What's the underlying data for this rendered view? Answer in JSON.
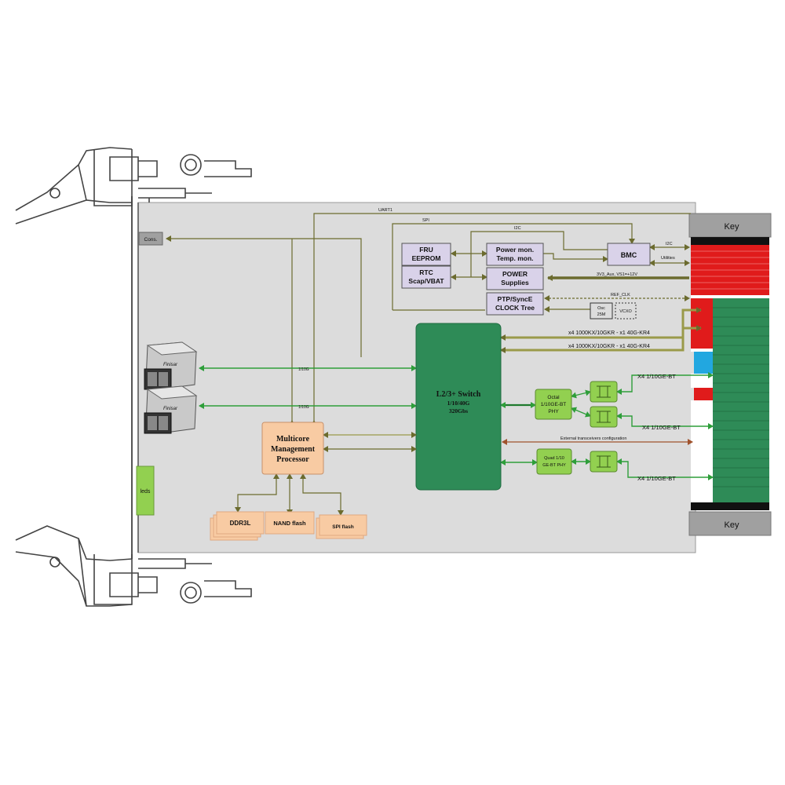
{
  "colors": {
    "board": "#dcdcdc",
    "olive": "#6b6b2e",
    "green_line": "#2e9e3a",
    "switch_green": "#2e8b57",
    "phy_green": "#92d050",
    "processor_orange": "#f8cba3",
    "purple_box": "#d9d2e9",
    "connector_red": "#e01b1b",
    "connector_green": "#2e8b57",
    "connector_blue": "#22a7e0",
    "key_gray": "#a0a0a0",
    "uart_red": "#e07070",
    "ext_config_line": "#a0522d"
  },
  "labels": {
    "cons": "Cons.",
    "uart1": "UART1",
    "spi": "SPI",
    "i2c_top": "I2C",
    "i2c_bmc": "I2C",
    "utilities": "Utilities",
    "power_feed": "3V3_Aux, VS1=+12V",
    "ref_clk": "REF_CLK",
    "fru_1": "FRU",
    "fru_2": "EEPROM",
    "rtc_1": "RTC",
    "rtc_2": "Scap/VBAT",
    "power_mon_1": "Power mon.",
    "power_mon_2": "Temp. mon.",
    "power_sup_1": "POWER",
    "power_sup_2": "Supplies",
    "ptp_1": "PTP/SyncE",
    "ptp_2": "CLOCK Tree",
    "bmc": "BMC",
    "osc_1": "Osc",
    "osc_2": "25M",
    "vcxo": "VCXO",
    "switch_1": "L2/3+ Switch",
    "switch_2": "1/10/40G",
    "switch_3": "320Gbs",
    "mp_1": "Multicore",
    "mp_2": "Management",
    "mp_3": "Processor",
    "ddr": "DDR3L",
    "nand": "NAND flash",
    "spi_flash": "SPI flash",
    "leds": "leds",
    "octal_1": "Octal",
    "octal_2": "1/10GE-BT",
    "octal_3": "PHY",
    "quad_1": "Quad 1/10",
    "quad_2": "GE-BT PHY",
    "kr_1": "x4 1000KX/10GKR - x1 40G-KR4",
    "kr_2": "x4 1000KX/10GKR - x1 40G-KR4",
    "bt_1": "X4 1/10GE-BT",
    "bt_2": "X4 1/10GE-BT",
    "bt_3": "X4 1/10GE-BT",
    "ext_config": "External transceivers configuration",
    "key_top": "Key",
    "key_bottom": "Key",
    "sfp_1": "1/10G",
    "sfp_2": "1/10G",
    "sfp_brand_1": "Finisar",
    "sfp_brand_2": "Finisar"
  }
}
